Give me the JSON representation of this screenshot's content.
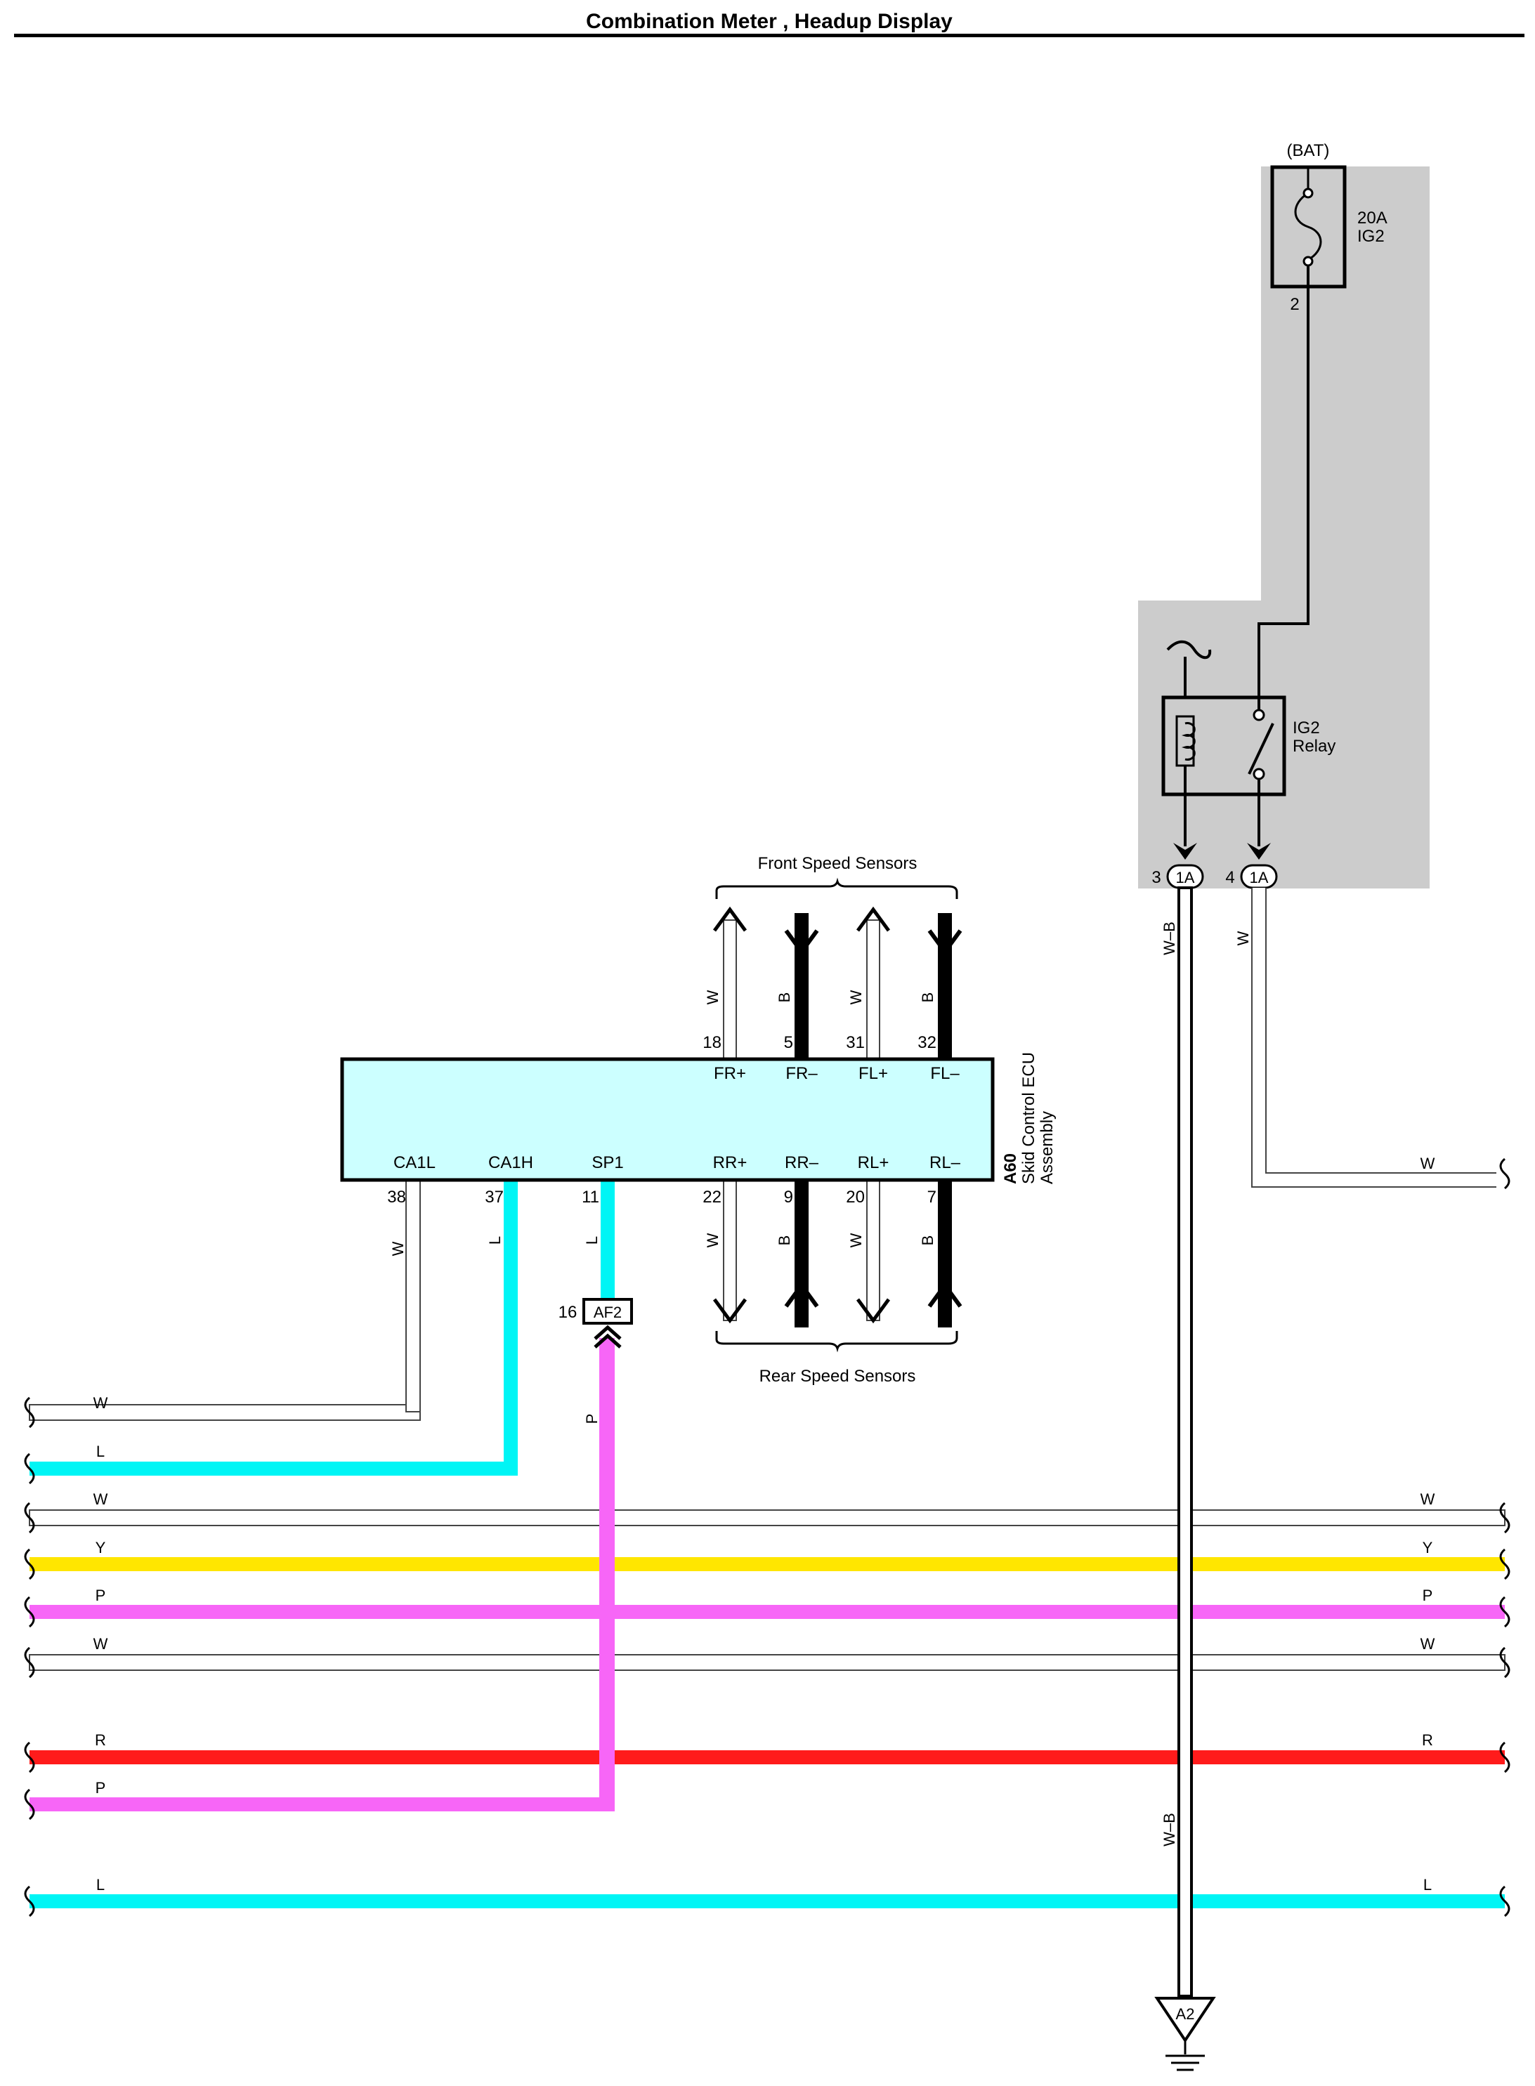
{
  "title": "Combination Meter , Headup Display",
  "colors": {
    "L": "#00f5f5",
    "Y": "#ffe600",
    "P": "#f766f7",
    "R": "#ff1b1b",
    "B": "#000000",
    "W": "#ffffff",
    "ecu_fill": "#ccffff",
    "shade": "#cccccc"
  },
  "power": {
    "bat_label": "(BAT)",
    "fuse_amp": "20A",
    "fuse_name": "IG2",
    "fuse_pin": "2",
    "relay_line1": "IG2",
    "relay_line2": "Relay",
    "conn_left_pin": "3",
    "conn_left_name": "1A",
    "conn_right_pin": "4",
    "conn_right_name": "1A",
    "wire_left_color": "W–B",
    "wire_right_color": "W",
    "right_out_label": "W"
  },
  "ecu": {
    "code": "A60",
    "name_line1": "Skid Control ECU",
    "name_line2": "Assembly",
    "bottom_terminals": [
      {
        "pin": "38",
        "name": "CA1L",
        "color": "W"
      },
      {
        "pin": "37",
        "name": "CA1H",
        "color": "L"
      },
      {
        "pin": "11",
        "name": "SP1",
        "color": "L"
      }
    ],
    "front_terminals": [
      {
        "pin": "18",
        "name": "FR+",
        "color": "W"
      },
      {
        "pin": "5",
        "name": "FR–",
        "color": "B"
      },
      {
        "pin": "31",
        "name": "FL+",
        "color": "W"
      },
      {
        "pin": "32",
        "name": "FL–",
        "color": "B"
      }
    ],
    "rear_terminals": [
      {
        "pin": "22",
        "name": "RR+",
        "color": "W"
      },
      {
        "pin": "9",
        "name": "RR–",
        "color": "B"
      },
      {
        "pin": "20",
        "name": "RL+",
        "color": "W"
      },
      {
        "pin": "7",
        "name": "RL–",
        "color": "B"
      }
    ],
    "front_group_label": "Front Speed Sensors",
    "rear_group_label": "Rear Speed Sensors"
  },
  "junction": {
    "pin": "16",
    "name": "AF2",
    "wire_color": "P"
  },
  "ground": {
    "name": "A2",
    "wire_color": "W–B"
  },
  "left_wires": [
    {
      "color": "W"
    },
    {
      "color": "L"
    },
    {
      "color": "W"
    },
    {
      "color": "Y"
    },
    {
      "color": "P"
    },
    {
      "color": "W"
    },
    {
      "color": "R"
    },
    {
      "color": "P"
    },
    {
      "color": "L"
    }
  ],
  "right_wires": [
    {
      "color": "W"
    },
    {
      "color": "Y"
    },
    {
      "color": "P"
    },
    {
      "color": "W"
    },
    {
      "color": "R"
    },
    {
      "color": "L"
    }
  ]
}
